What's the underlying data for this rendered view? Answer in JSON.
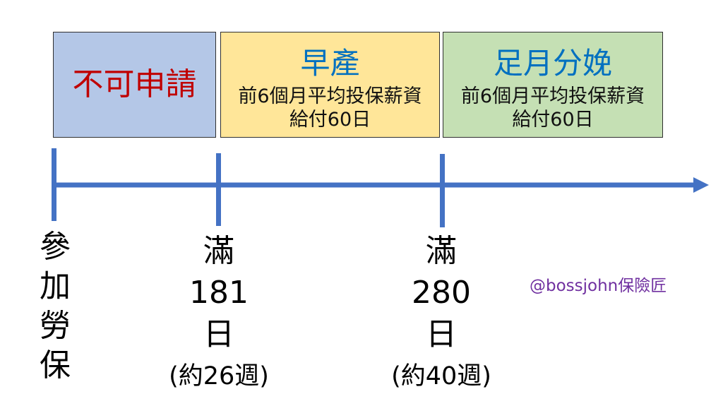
{
  "colors": {
    "timeline": "#4472C4",
    "not_eligible_fill": "#B4C7E7",
    "premature_fill": "#FFE699",
    "fullterm_fill": "#C5E0B4",
    "not_eligible_text": "#C00000",
    "title_text": "#0070C0",
    "watermark_text": "#7030A0"
  },
  "periods": [
    {
      "title": "不可申請"
    },
    {
      "title": "早產",
      "details": [
        "前6個月平均投保薪資",
        "給付60日"
      ]
    },
    {
      "title": "足月分娩",
      "details": [
        "前6個月平均投保薪資",
        "給付60日"
      ]
    }
  ],
  "milestones": [
    {
      "label": "參加勞保"
    },
    {
      "lines": [
        "滿",
        "181",
        "日"
      ],
      "note": "(約26週)"
    },
    {
      "lines": [
        "滿",
        "280",
        "日"
      ],
      "note": "(約40週)"
    }
  ],
  "watermark": "@bossjohn保險匠"
}
